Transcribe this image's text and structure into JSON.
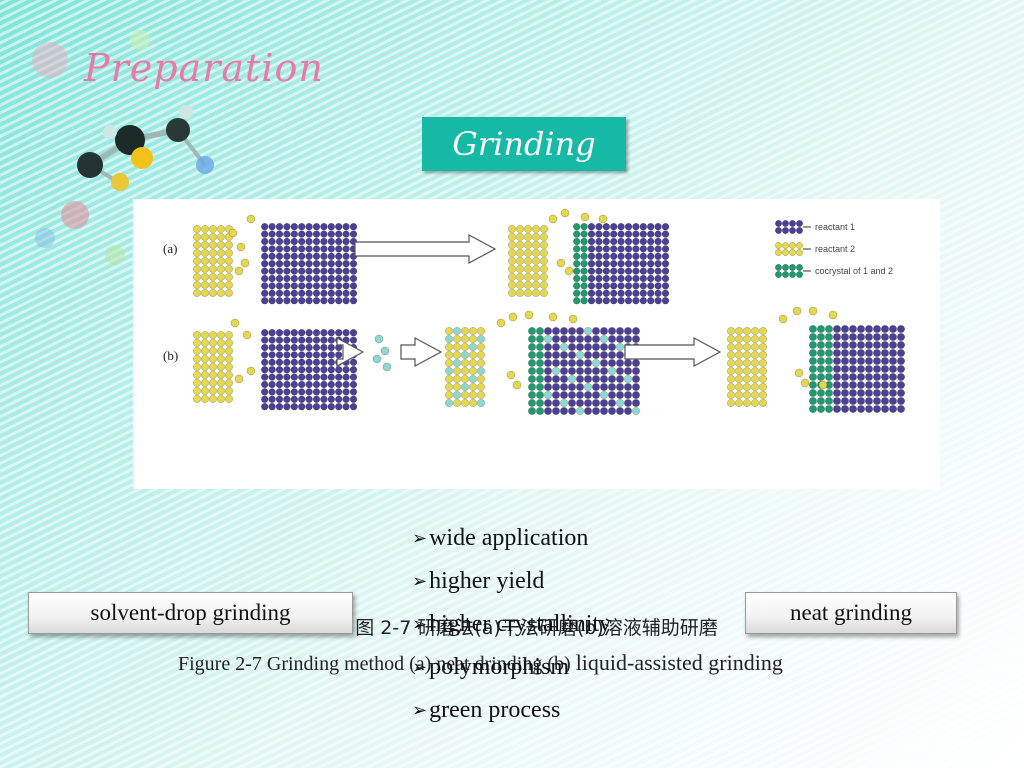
{
  "slide": {
    "title": "Preparation",
    "method_label": "Grinding"
  },
  "figure": {
    "panel_a_label": "(a)",
    "panel_b_label": "(b)",
    "legend": [
      {
        "label": "reactant 1",
        "color": "#4b3f96"
      },
      {
        "label": "reactant 2",
        "color": "#e5d84e"
      },
      {
        "label": "cocrystal of 1 and 2",
        "color": "#1f9a6e"
      }
    ],
    "caption_cn": "图 2-7  研磨法(a)干法研磨(b)溶液辅助研磨",
    "caption_en_main": "Figure 2-7 Grinding method (a) neat drinding (b)",
    "caption_en_tail": "liquid-assisted grinding",
    "colors": {
      "reactant1": "#4b3f96",
      "reactant2": "#e5d84e",
      "cocrystal": "#1f9a6e",
      "solvent": "#8fd8d0"
    }
  },
  "bullets": [
    "wide  application",
    "higher yield",
    "higher crystallinity",
    "polymorphism",
    "green process"
  ],
  "buttons": {
    "left": "solvent-drop grinding",
    "right": "neat grinding"
  }
}
